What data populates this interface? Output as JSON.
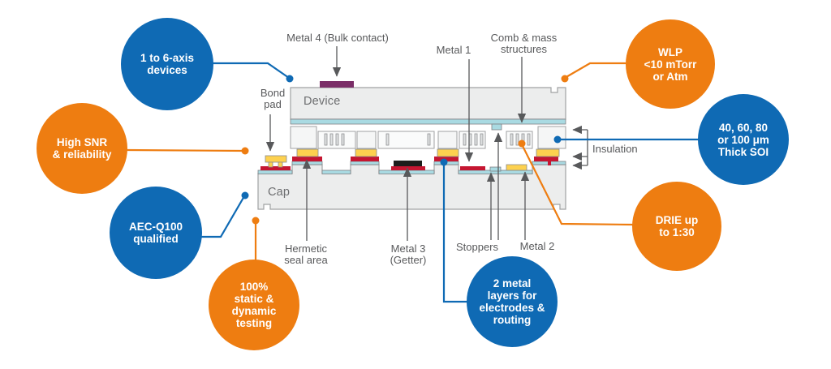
{
  "colors": {
    "accent_blue": "#0f6ab4",
    "accent_orange": "#ee7d11",
    "wafer_gray": "#eceded",
    "oxide_cyan": "#a9dae2",
    "metal_red": "#c51631",
    "pad_yellow": "#fdd14f",
    "metal4_purple": "#7b2e68",
    "getter_black": "#1d1d1b",
    "label_gray": "#58595b"
  },
  "bubbles": [
    {
      "id": "axes",
      "color": "blue",
      "text": "1 to 6-axis\ndevices"
    },
    {
      "id": "wlp",
      "color": "orange",
      "text": "WLP\n<10 mTorr\nor Atm"
    },
    {
      "id": "soi",
      "color": "blue",
      "text": "40, 60, 80\nor 100 μm\nThick SOI"
    },
    {
      "id": "drie",
      "color": "orange",
      "text": "DRIE up\nto 1:30"
    },
    {
      "id": "metal_layers",
      "color": "blue",
      "text": "2 metal\nlayers for\nelectrodes &\nrouting"
    },
    {
      "id": "testing",
      "color": "orange",
      "text": "100%\nstatic &\ndynamic\ntesting"
    },
    {
      "id": "snr",
      "color": "orange",
      "text": "High SNR\n& reliability"
    },
    {
      "id": "aec",
      "color": "blue",
      "text": "AEC-Q100\nqualified"
    }
  ],
  "diagram_labels": {
    "metal4": "Metal 4 (Bulk contact)",
    "metal1": "Metal 1",
    "comb": "Comb & mass\nstructures",
    "bond_pad": "Bond\npad",
    "device": "Device",
    "cap": "Cap",
    "insulation": "Insulation",
    "hermetic": "Hermetic\nseal area",
    "metal3": "Metal 3\n(Getter)",
    "stoppers": "Stoppers",
    "metal2": "Metal 2"
  }
}
